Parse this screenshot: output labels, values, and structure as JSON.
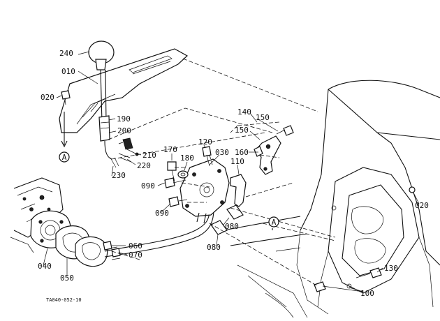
{
  "labels": {
    "p240": "240",
    "p010": "010",
    "p020a": "020",
    "p190": "190",
    "p200": "200",
    "p210": "210",
    "p220": "220",
    "p230": "230",
    "p140": "140",
    "p150a": "150",
    "p150b": "150",
    "p160": "160",
    "p170": "170",
    "p180": "180",
    "p120": "120",
    "p030": "030",
    "p110": "110",
    "p090a": "090",
    "p090b": "090",
    "p080a": "080",
    "p080b": "080",
    "p060": "060",
    "p070": "070",
    "p040": "040",
    "p050": "050",
    "p020b": "020",
    "p130": "130",
    "p100": "100",
    "refA1": "A",
    "refA2": "A"
  },
  "figure_code": "TA040-052-10"
}
